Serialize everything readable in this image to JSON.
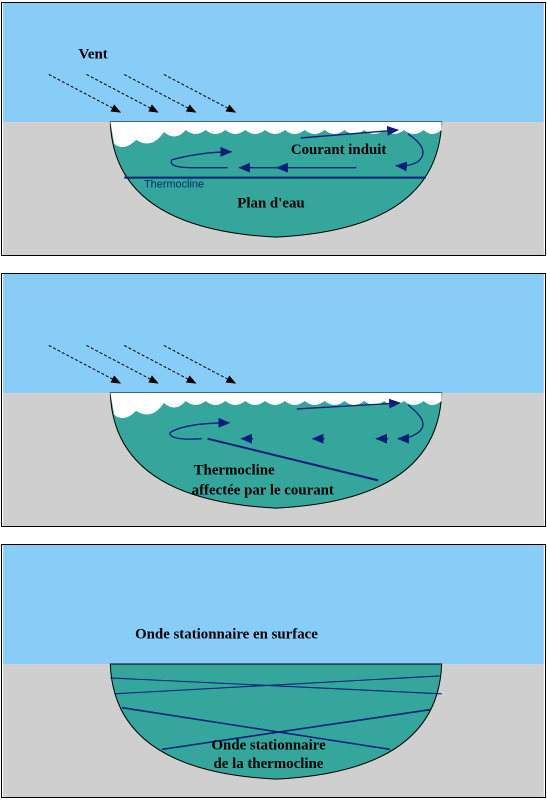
{
  "colors": {
    "sky": "#88ccf8",
    "ground": "#cfcfcf",
    "water": "#34a69c",
    "current": "#0a1f7a",
    "wind": "#000000",
    "wave": "#ffffff"
  },
  "panel1": {
    "wind_label": "Vent",
    "current_label": "Courant induit",
    "thermocline_label": "Thermocline",
    "water_label": "Plan d'eau"
  },
  "panel2": {
    "thermo_label_line1": "Thermocline",
    "thermo_label_line2": "affectée par le courant"
  },
  "panel3": {
    "surface_label": "Onde stationnaire en surface",
    "thermo_label_line1": "Onde stationnaire",
    "thermo_label_line2": "de la thermocline"
  }
}
